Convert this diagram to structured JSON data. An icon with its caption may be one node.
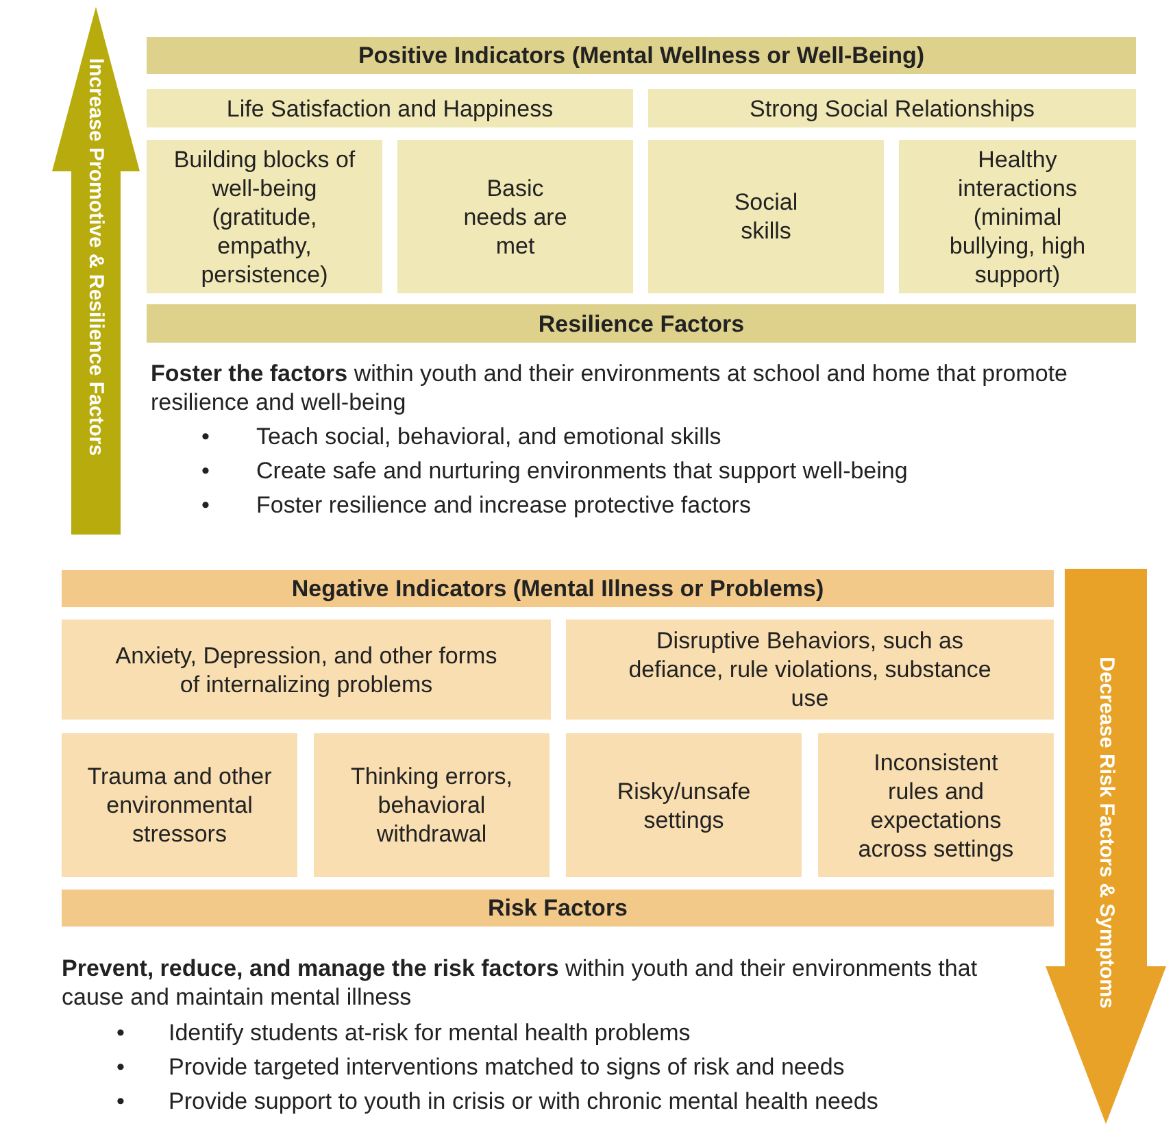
{
  "diagram": {
    "nodes": [
      {
        "text": [
          "Increase Promotive & Resilience Factors"
        ]
      },
      {
        "text": [
          "Positive Indicators (Mental Wellness or Well-Being)"
        ]
      },
      {
        "text": [
          "Life Satisfaction and Happiness"
        ]
      },
      {
        "text": [
          "Strong Social Relationships"
        ]
      },
      {
        "text": [
          "Building blocks of well-being (gratitude, empathy, persistence)"
        ]
      },
      {
        "text": [
          "Basic needs are met"
        ]
      },
      {
        "text": [
          "Social skills"
        ]
      },
      {
        "text": [
          "Healthy interactions (minimal bullying, high support)"
        ]
      },
      {
        "text": [
          "Resilience Factors"
        ]
      },
      {
        "text": [
          "Negative Indicators (Mental Illness or Problems)"
        ]
      },
      {
        "text": [
          "Anxiety, Depression, and other forms of internalizing problems"
        ]
      },
      {
        "text": [
          "Disruptive Behaviors, such as defiance, rule violations, substance use"
        ]
      },
      {
        "text": [
          "Trauma and other environmental stressors"
        ]
      },
      {
        "text": [
          "Thinking errors, behavioral withdrawal"
        ]
      },
      {
        "text": [
          "Risky/unsafe settings"
        ]
      },
      {
        "text": [
          "Inconsistent rules and expectations across settings"
        ]
      },
      {
        "text": [
          "Risk Factors"
        ]
      },
      {
        "text": [
          "Decrease Risk Factors & Symptoms"
        ]
      }
    ],
    "labels": [
      "**Foster the factors** within youth and their environments at school and home that promote resilience and well-being",
      "•",
      "Teach social, behavioral, and emotional skills",
      "•",
      "Create safe and nurturing environments that support well-being",
      "•",
      "Foster resilience and increase protective factors",
      "**Prevent, reduce, and manage the risk factors** within youth and their environments that cause and maintain mental illness",
      "•",
      "Identify students at-risk for mental health problems",
      "•",
      "Provide targeted interventions matched to signs of risk and needs",
      "•",
      "Provide support to youth in crisis or with chronic mental health needs"
    ]
  }
}
